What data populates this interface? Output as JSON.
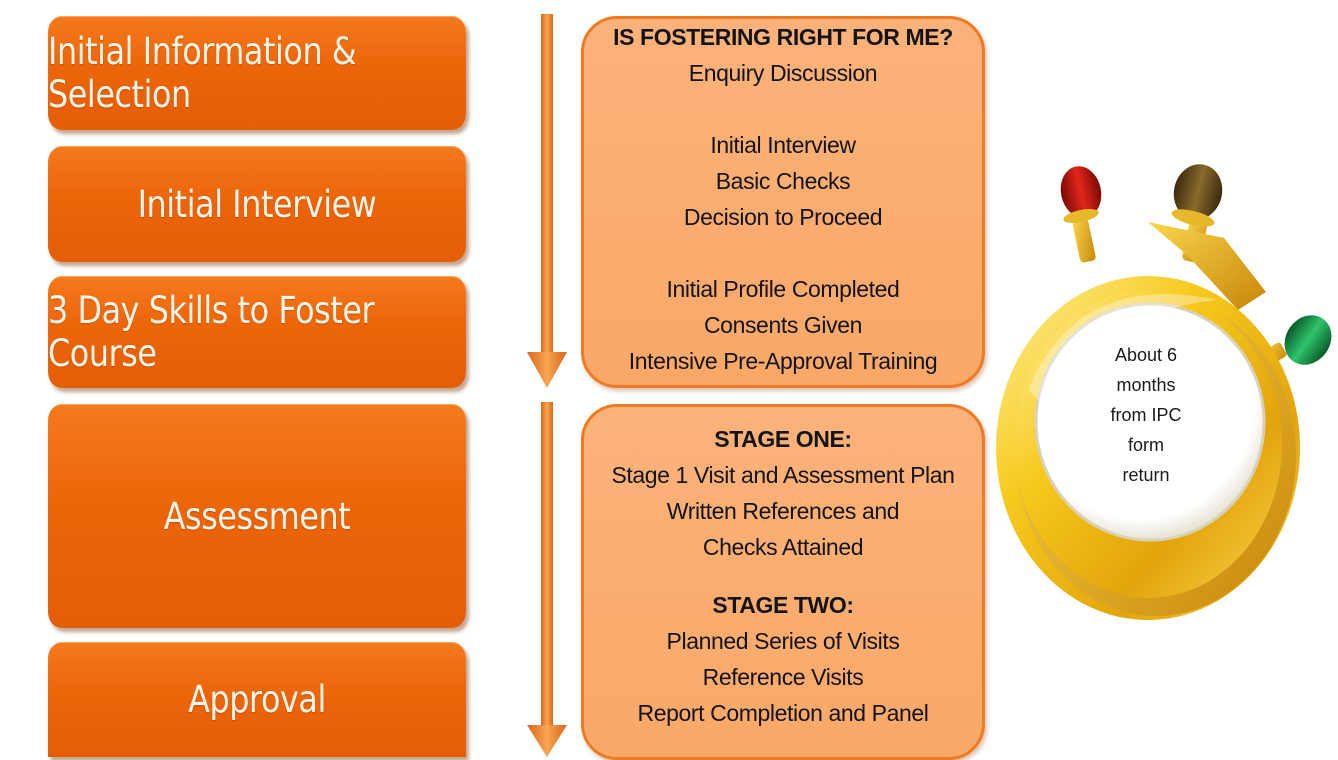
{
  "stages": [
    {
      "label": "Initial Information & Selection"
    },
    {
      "label": "Initial Interview"
    },
    {
      "label": "3 Day Skills to Foster Course"
    },
    {
      "label": "Assessment"
    },
    {
      "label": "Approval"
    }
  ],
  "details_top": {
    "heading": "IS FOSTERING RIGHT FOR ME?",
    "group1": [
      "Enquiry Discussion"
    ],
    "group2": [
      "Initial Interview",
      "Basic Checks",
      "Decision to Proceed"
    ],
    "group3": [
      "Initial Profile Completed",
      "Consents Given",
      "Intensive Pre-Approval Training"
    ]
  },
  "details_bottom": {
    "stage_one_heading": "STAGE ONE:",
    "stage_one": [
      "Stage 1 Visit and Assessment Plan",
      "Written References and",
      "Checks Attained"
    ],
    "stage_two_heading": "STAGE TWO:",
    "stage_two": [
      "Planned Series of Visits",
      "Reference Visits",
      "Report Completion and Panel"
    ]
  },
  "timer": {
    "lines": [
      "About 6",
      "months",
      "from IPC",
      "form",
      "return"
    ],
    "icon": "stopwatch-icon"
  },
  "colors": {
    "stage_orange": "#ec6509",
    "detail_fill": "#fbac6f",
    "arrow": "#f08a2c",
    "stopwatch_gold": "#f2c21a"
  }
}
